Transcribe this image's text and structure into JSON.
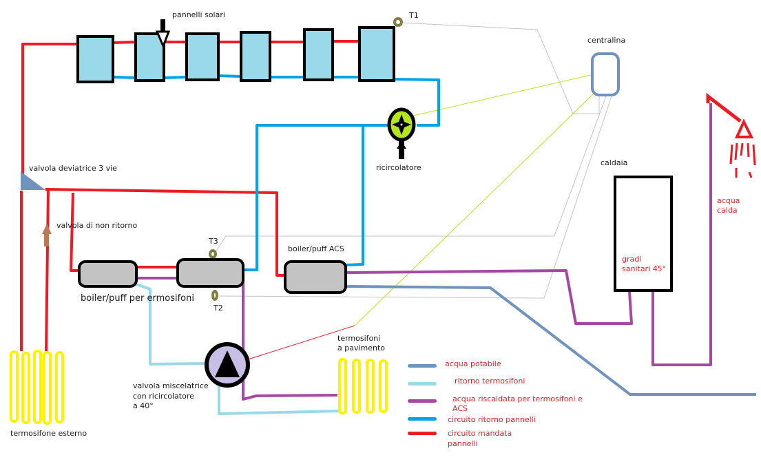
{
  "colors": {
    "red_supply": "#ed1c24",
    "blue_return": "#00a2e8",
    "light_blue_return": "#99d9ea",
    "purple_heated": "#a349a4",
    "steel_potable": "#7092be",
    "yellow_radiator": "#fff200",
    "panel_fill": "#99d9ea",
    "tank_fill": "#c3c3c3",
    "sensor_color": "#808040",
    "pump_green": "#b5e61d",
    "mixer_lilac": "#c8bfe7",
    "arrow_brown": "#b97a57",
    "wire_gray": "#c3c3c3"
  },
  "labels": {
    "solar_panels": "pannelli solari",
    "sensor_t1": "T1",
    "sensor_t2": "T2",
    "sensor_t3": "T3",
    "controller": "centralina",
    "circulator": "ricircolatore",
    "diverter_valve": "valvola deviatrice 3 vie",
    "check_valve": "valvola di non ritorno",
    "boiler": "caldaia",
    "boiler_temp_line1": "gradi",
    "boiler_temp_line2": "sanitari 45°",
    "hot_water_line1": "acqua",
    "hot_water_line2": "calda",
    "tank_acs": "boiler/puff ACS",
    "tank_heating": "boiler/puff per  ermosifoni",
    "floor_heating_line1": "termosifoni",
    "floor_heating_line2": "a pavimento",
    "mixer_line1": "valvola miscelatrice",
    "mixer_line2": " con ricircolatore",
    "mixer_line3": "a 40°",
    "outdoor_radiator": "termosifone esterno"
  },
  "legend": [
    {
      "label": "acqua potabile",
      "color": "#7092be"
    },
    {
      "label": "ritorno termosifoni",
      "color": "#99d9ea"
    },
    {
      "label": "acqua riscaldata per termosifoni e",
      "label2": "ACS",
      "color": "#a349a4"
    },
    {
      "label": "circuito ritorno pannelli",
      "color": "#00a2e8"
    },
    {
      "label": "circuito mandata",
      "label2": "pannelli",
      "color": "#ed1c24"
    }
  ]
}
